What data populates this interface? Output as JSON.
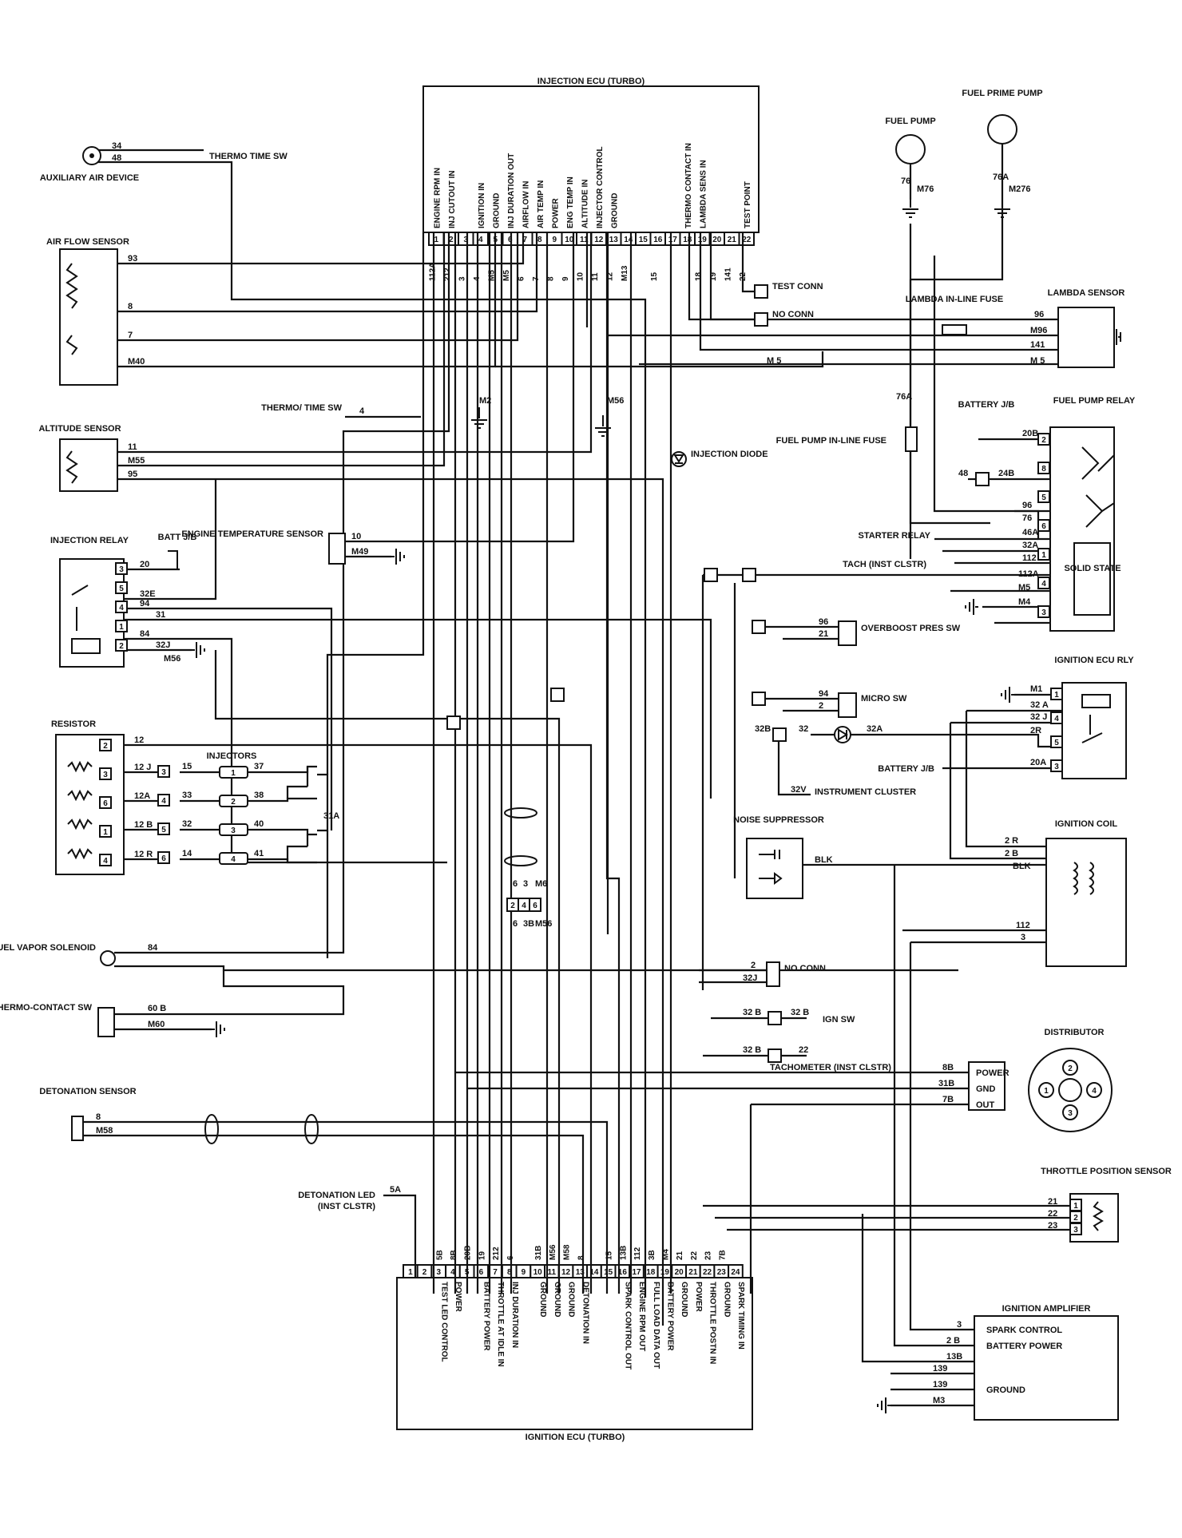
{
  "injection_ecu": {
    "title": "INJECTION ECU (TURBO)",
    "pins": [
      {
        "n": "1",
        "label": "ENGINE RPM IN"
      },
      {
        "n": "2",
        "label": "INJ CUTOUT IN"
      },
      {
        "n": "3",
        "label": ""
      },
      {
        "n": "4",
        "label": "IGNITION IN"
      },
      {
        "n": "5",
        "label": "GROUND"
      },
      {
        "n": "6",
        "label": "INJ DURATION OUT"
      },
      {
        "n": "7",
        "label": "AIRFLOW IN"
      },
      {
        "n": "8",
        "label": "AIR TEMP IN"
      },
      {
        "n": "9",
        "label": "POWER"
      },
      {
        "n": "10",
        "label": "ENG TEMP IN"
      },
      {
        "n": "11",
        "label": "ALTITUDE IN"
      },
      {
        "n": "12",
        "label": "INJECTOR CONTROL"
      },
      {
        "n": "13",
        "label": "GROUND"
      },
      {
        "n": "14",
        "label": ""
      },
      {
        "n": "15",
        "label": ""
      },
      {
        "n": "16",
        "label": ""
      },
      {
        "n": "17",
        "label": ""
      },
      {
        "n": "18",
        "label": "THERMO CONTACT IN"
      },
      {
        "n": "19",
        "label": "LAMBDA SENS IN"
      },
      {
        "n": "20",
        "label": ""
      },
      {
        "n": "21",
        "label": ""
      },
      {
        "n": "22",
        "label": "TEST POINT"
      }
    ],
    "wires": [
      "112A",
      "212",
      "3",
      "4",
      "M5",
      "M5",
      "6",
      "7",
      "8",
      "9",
      "10",
      "11",
      "12",
      "M13",
      "",
      "15",
      "",
      "",
      "18",
      "19",
      "141",
      "22"
    ]
  },
  "ignition_ecu": {
    "title": "IGNITION ECU (TURBO)",
    "pins": [
      {
        "n": "1",
        "label": ""
      },
      {
        "n": "2",
        "label": ""
      },
      {
        "n": "3",
        "label": "TEST LED CONTROL"
      },
      {
        "n": "4",
        "label": "POWER"
      },
      {
        "n": "5",
        "label": ""
      },
      {
        "n": "6",
        "label": "BATTERY POWER"
      },
      {
        "n": "7",
        "label": "THROTTLE AT IDLE IN"
      },
      {
        "n": "8",
        "label": "INJ DURATION IN"
      },
      {
        "n": "9",
        "label": ""
      },
      {
        "n": "10",
        "label": "GROUND"
      },
      {
        "n": "11",
        "label": "GROUND"
      },
      {
        "n": "12",
        "label": "GROUND"
      },
      {
        "n": "13",
        "label": "DETONATION IN"
      },
      {
        "n": "14",
        "label": ""
      },
      {
        "n": "15",
        "label": ""
      },
      {
        "n": "16",
        "label": "SPARK CONTROL OUT"
      },
      {
        "n": "17",
        "label": "ENGINE RPM OUT"
      },
      {
        "n": "18",
        "label": "FULL LOAD DATA OUT"
      },
      {
        "n": "19",
        "label": "BATTERY POWER"
      },
      {
        "n": "20",
        "label": "GROUND"
      },
      {
        "n": "21",
        "label": "POWER"
      },
      {
        "n": "22",
        "label": "THROTTLE POSTN IN"
      },
      {
        "n": "23",
        "label": "GROUND"
      },
      {
        "n": "24",
        "label": "SPARK TIMING IN"
      }
    ],
    "wires": [
      "",
      "",
      "5B",
      "8B",
      "20B",
      "19",
      "212",
      "6",
      "",
      "31B",
      "M56",
      "M58",
      "8",
      "",
      "15",
      "13B",
      "112",
      "3B",
      "M4",
      "21",
      "22",
      "23",
      "7B",
      ""
    ]
  },
  "components": {
    "auxiliary_air_device": "AUXILIARY AIR DEVICE",
    "thermo_time_sw_top": "THERMO TIME SW",
    "thermo_time_sw_mid": "THERMO/ TIME SW",
    "air_flow_sensor": "AIR FLOW SENSOR",
    "altitude_sensor": "ALTITUDE SENSOR",
    "injection_relay": "INJECTION RELAY",
    "batt_jb": "BATT J/B",
    "engine_temperature_sensor": "ENGINE TEMPERATURE SENSOR",
    "resistor": "RESISTOR",
    "injectors": "INJECTORS",
    "fuel_vapor_solenoid": "FUEL VAPOR SOLENOID",
    "thermo_contact_sw": "THERMO-CONTACT SW",
    "detonation_sensor": "DETONATION SENSOR",
    "detonation_led": "DETONATION LED",
    "detonation_led_sub": "(INST CLSTR)",
    "fuel_pump": "FUEL PUMP",
    "fuel_prime_pump": "FUEL PRIME PUMP",
    "lambda_sensor": "LAMBDA SENSOR",
    "lambda_inline_fuse": "LAMBDA IN-LINE FUSE",
    "test_conn": "TEST CONN",
    "no_conn": "NO CONN",
    "battery_jb": "BATTERY J/B",
    "fuel_pump_relay": "FUEL PUMP RELAY",
    "fuel_pump_inline_fuse": "FUEL PUMP IN-LINE FUSE",
    "injection_diode": "INJECTION DIODE",
    "starter_relay": "STARTER RELAY",
    "tach": "TACH (INST CLSTR)",
    "solid_state": "SOLID STATE",
    "overboost_press_sw": "OVERBOOST PRES SW",
    "micro_sw": "MICRO SW",
    "ignition_ecu_rly": "IGNITION ECU RLY",
    "battery_jb_2": "BATTERY J/B",
    "instrument_cluster": "INSTRUMENT CLUSTER",
    "noise_suppressor": "NOISE SUPPRESSOR",
    "ignition_coil": "IGNITION COIL",
    "no_conn_2": "NO CONN",
    "ign_sw": "IGN SW",
    "tachometer": "TACHOMETER (INST CLSTR)",
    "distributor": "DISTRIBUTOR",
    "throttle_position_sensor": "THROTTLE POSITION SENSOR",
    "ignition_amplifier": "IGNITION AMPLIFIER",
    "amp_spark_control": "SPARK CONTROL",
    "amp_battery_power": "BATTERY POWER",
    "amp_ground": "GROUND",
    "dist_power": "POWER",
    "dist_gnd": "GND",
    "dist_out": "OUT"
  },
  "wire_labels": {
    "aux_34": "34",
    "aux_48": "48",
    "afs_93": "93",
    "afs_8": "8",
    "afs_7": "7",
    "afs_m40": "M40",
    "alt_11": "11",
    "alt_m55": "M55",
    "alt_95": "95",
    "tts_4": "4",
    "m2": "M2",
    "m56_mid": "M56",
    "rel_20": "20",
    "rel_32e": "32E",
    "rel_94": "94",
    "rel_31": "31",
    "rel_84": "84",
    "rel_32j": "32J",
    "rel_m56": "M56",
    "ets_10": "10",
    "ets_m49": "M49",
    "res_12": "12",
    "res_12j": "12 J",
    "res_12a": "12A",
    "res_12b": "12 B",
    "res_12r": "12 R",
    "inj_15": "15",
    "inj_33": "33",
    "inj_32": "32",
    "inj_14": "14",
    "inj_37": "37",
    "inj_38": "38",
    "inj_40": "40",
    "inj_41": "41",
    "inj_31a": "31A",
    "fvs_84": "84",
    "tcs_60b": "60 B",
    "tcs_m60": "M60",
    "det_8": "8",
    "det_m58": "M58",
    "led_5a": "5A",
    "fp_76": "76",
    "fp_m76": "M76",
    "fpp_76a": "76A",
    "fpp_m276": "M276",
    "fuse_76a": "76A",
    "lam_96": "96",
    "lam_m96": "M96",
    "lam_141": "141",
    "lam_m5": "M 5",
    "mid_m5": "M 5",
    "fpr_20b": "20B",
    "fpr_48": "48",
    "fpr_24b": "24B",
    "fpr_96": "96",
    "fpr_76": "76",
    "fpr_46a": "46A",
    "fpr_32a": "32A",
    "fpr_112": "112",
    "fpr_112a": "112A",
    "fpr_m5": "M5",
    "fpr_m4": "M4",
    "ob_96": "96",
    "ob_21": "21",
    "ms_94": "94",
    "ms_2": "2",
    "ier_m1": "M1",
    "ier_32a": "32 A",
    "ier_32j": "32 J",
    "ier_2r": "2R",
    "ier_20a": "20A",
    "d_32b": "32B",
    "d_32": "32",
    "d_32a": "32A",
    "ic_32v": "32V",
    "ns_blk": "BLK",
    "coil_2r": "2 R",
    "coil_2b": "2 B",
    "coil_blk": "BLK",
    "coil_112": "112",
    "coil_3": "3",
    "nc_2": "2",
    "nc_32j": "32J",
    "ign_32b": "32 B",
    "ign_32b2": "32 B",
    "tac_32b": "32 B",
    "tac_22": "22",
    "dist_8b": "8B",
    "dist_31b": "31B",
    "dist_7b": "7B",
    "tps_21": "21",
    "tps_22": "22",
    "tps_23": "23",
    "amp_3": "3",
    "amp_2b": "2 B",
    "amp_13b": "13B",
    "amp_139": "139",
    "amp_139b": "139",
    "amp_m3": "M3",
    "sh_6": "6",
    "sh_3": "3",
    "sh_m6": "M6",
    "sh_6b": "6",
    "sh_3b": "3B",
    "sh_m56": "M56"
  },
  "connector_pins": {
    "rel": [
      "3",
      "5",
      "4",
      "1",
      "2"
    ],
    "res": [
      "2",
      "3",
      "6",
      "1",
      "4"
    ],
    "inj_mid": [
      "3",
      "4",
      "5",
      "6"
    ],
    "inj": [
      "1",
      "2",
      "3",
      "4"
    ],
    "fpr": [
      "2",
      "8",
      "5",
      "6",
      "1",
      "4",
      "3"
    ],
    "ier": [
      "1",
      "4",
      "5",
      "3"
    ],
    "tps": [
      "1",
      "2",
      "3"
    ],
    "sh": [
      "2",
      "4",
      "6"
    ],
    "dist": [
      "1",
      "2",
      "3",
      "4"
    ]
  }
}
